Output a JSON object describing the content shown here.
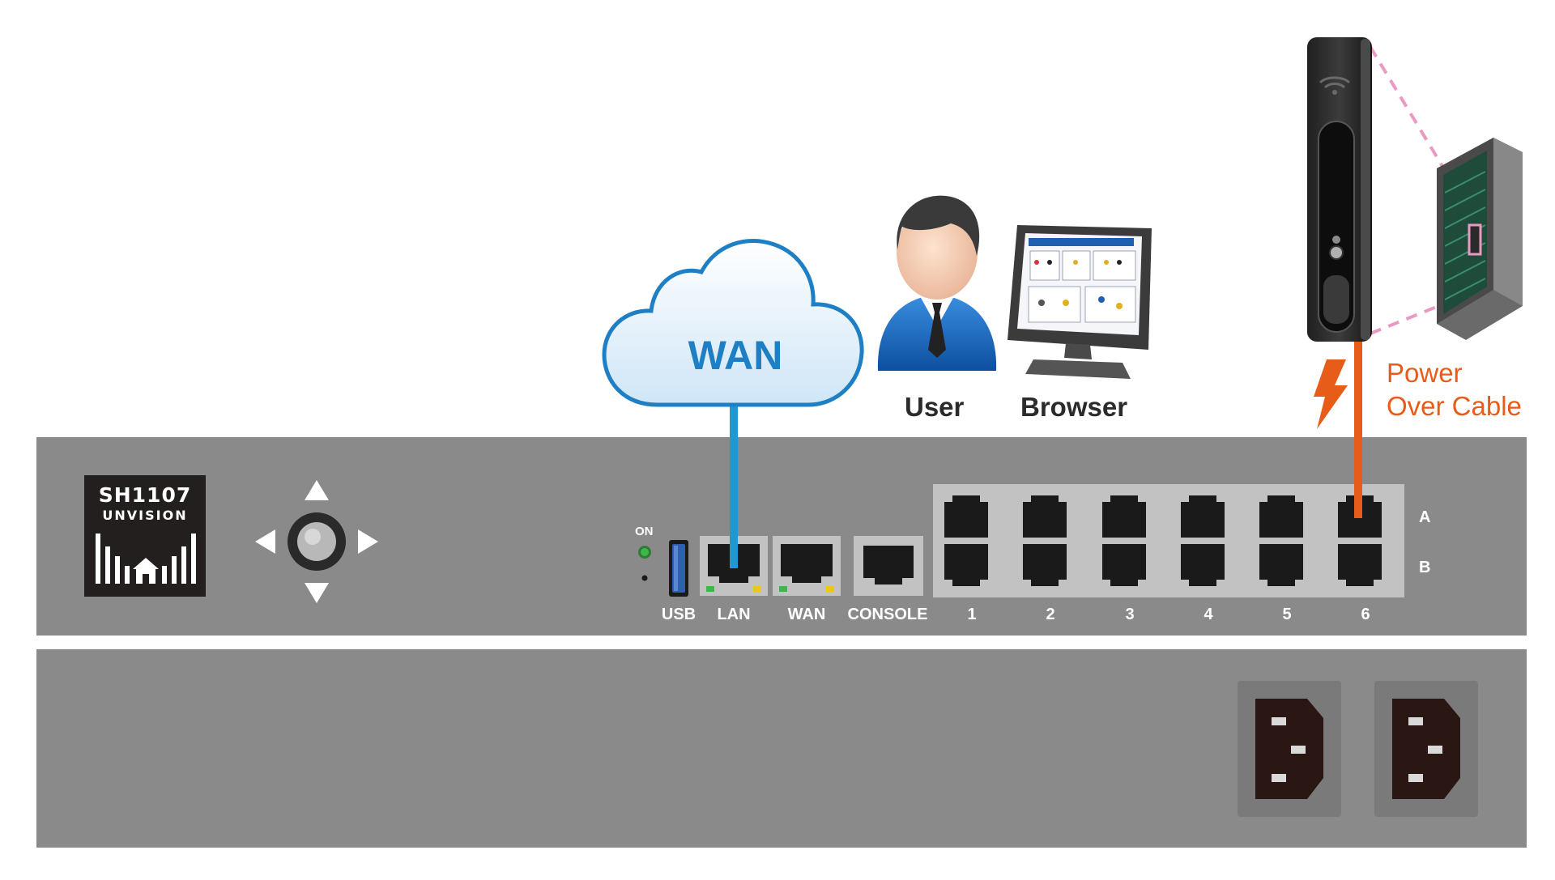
{
  "device": {
    "model": "SH1107",
    "brand": "UNVISION"
  },
  "cloud": {
    "label": "WAN"
  },
  "user": {
    "label": "User"
  },
  "browser": {
    "label": "Browser"
  },
  "power": {
    "line1": "Power",
    "line2": "Over Cable"
  },
  "indicator": {
    "on_label": "ON"
  },
  "ports": {
    "usb": "USB",
    "lan": "LAN",
    "wan": "WAN",
    "console": "CONSOLE",
    "numbered": [
      "1",
      "2",
      "3",
      "4",
      "5",
      "6"
    ],
    "row_a": "A",
    "row_b": "B"
  },
  "colors": {
    "panel": "#8a8a8a",
    "wan_cable": "#1d9ad6",
    "power_cable": "#e85c1a",
    "led_on": "#3fb54a",
    "led_act": "#f0c419"
  }
}
